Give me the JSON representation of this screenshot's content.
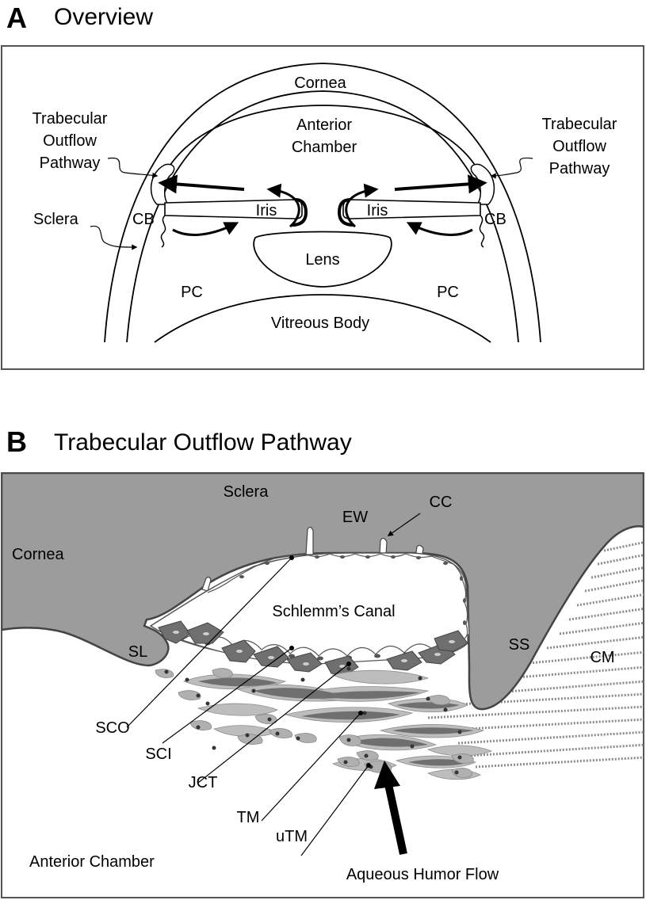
{
  "panel_a": {
    "letter": "A",
    "title": "Overview",
    "labels": {
      "cornea": "Cornea",
      "anterior_chamber_line1": "Anterior",
      "anterior_chamber_line2": "Chamber",
      "trabecular_left_line1": "Trabecular",
      "trabecular_left_line2": "Outflow",
      "trabecular_left_line3": "Pathway",
      "trabecular_right_line1": "Trabecular",
      "trabecular_right_line2": "Outflow",
      "trabecular_right_line3": "Pathway",
      "sclera": "Sclera",
      "cb_left": "CB",
      "cb_right": "CB",
      "iris_left": "Iris",
      "iris_right": "Iris",
      "lens": "Lens",
      "pc_left": "PC",
      "pc_right": "PC",
      "vitreous_body": "Vitreous Body"
    }
  },
  "panel_b": {
    "letter": "B",
    "title": "Trabecular Outflow Pathway",
    "labels": {
      "sclera": "Sclera",
      "cornea": "Cornea",
      "ew": "EW",
      "cc": "CC",
      "schlemms_canal": "Schlemm’s Canal",
      "sl": "SL",
      "ss": "SS",
      "cm": "CM",
      "sco": "SCO",
      "sci": "SCI",
      "jct": "JCT",
      "tm": "TM",
      "utm": "uTM",
      "anterior_chamber": "Anterior Chamber",
      "aqueous_humor_flow": "Aqueous Humor Flow"
    }
  },
  "colors": {
    "tissue_gray": "#9c9c9c",
    "dark_cell": "#6f6f6f",
    "light_cell": "#bdbdbd",
    "line": "#333333"
  }
}
